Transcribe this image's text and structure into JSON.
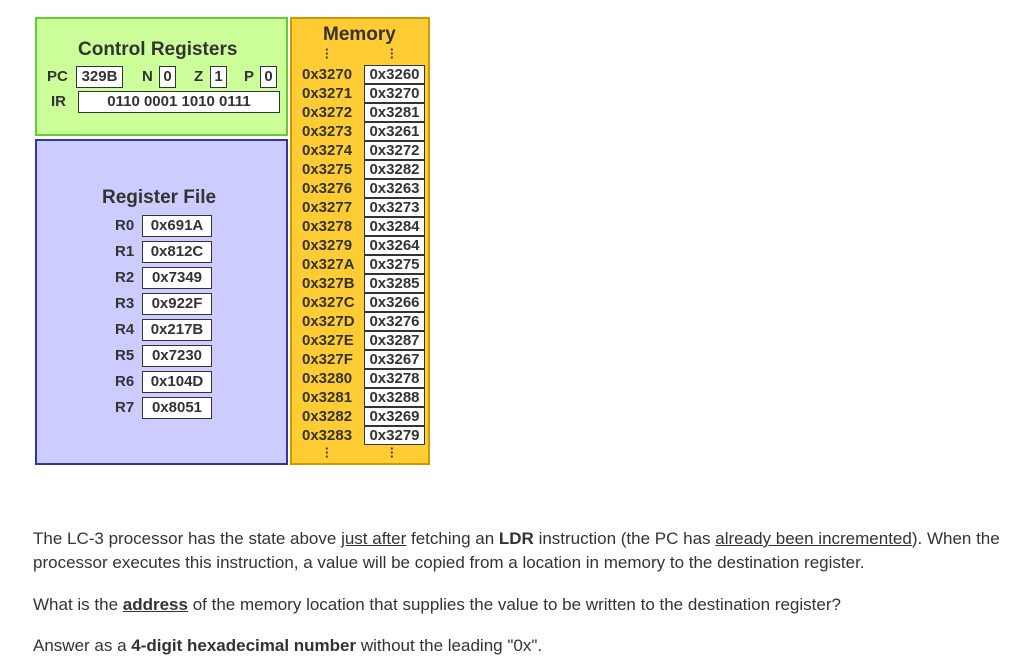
{
  "control_registers": {
    "title": "Control Registers",
    "pc_label": "PC",
    "pc_value": "329B",
    "n_label": "N",
    "n_value": "0",
    "z_label": "Z",
    "z_value": "1",
    "p_label": "P",
    "p_value": "0",
    "ir_label": "IR",
    "ir_value": "0110 0001 1010 0111"
  },
  "register_file": {
    "title": "Register File",
    "registers": [
      {
        "name": "R0",
        "value": "0x691A"
      },
      {
        "name": "R1",
        "value": "0x812C"
      },
      {
        "name": "R2",
        "value": "0x7349"
      },
      {
        "name": "R3",
        "value": "0x922F"
      },
      {
        "name": "R4",
        "value": "0x217B"
      },
      {
        "name": "R5",
        "value": "0x7230"
      },
      {
        "name": "R6",
        "value": "0x104D"
      },
      {
        "name": "R7",
        "value": "0x8051"
      }
    ]
  },
  "memory": {
    "title": "Memory",
    "rows": [
      {
        "addr": "0x3270",
        "value": "0x3260"
      },
      {
        "addr": "0x3271",
        "value": "0x3270"
      },
      {
        "addr": "0x3272",
        "value": "0x3281"
      },
      {
        "addr": "0x3273",
        "value": "0x3261"
      },
      {
        "addr": "0x3274",
        "value": "0x3272"
      },
      {
        "addr": "0x3275",
        "value": "0x3282"
      },
      {
        "addr": "0x3276",
        "value": "0x3263"
      },
      {
        "addr": "0x3277",
        "value": "0x3273"
      },
      {
        "addr": "0x3278",
        "value": "0x3284"
      },
      {
        "addr": "0x3279",
        "value": "0x3264"
      },
      {
        "addr": "0x327A",
        "value": "0x3275"
      },
      {
        "addr": "0x327B",
        "value": "0x3285"
      },
      {
        "addr": "0x327C",
        "value": "0x3266"
      },
      {
        "addr": "0x327D",
        "value": "0x3276"
      },
      {
        "addr": "0x327E",
        "value": "0x3287"
      },
      {
        "addr": "0x327F",
        "value": "0x3267"
      },
      {
        "addr": "0x3280",
        "value": "0x3278"
      },
      {
        "addr": "0x3281",
        "value": "0x3288"
      },
      {
        "addr": "0x3282",
        "value": "0x3269"
      },
      {
        "addr": "0x3283",
        "value": "0x3279"
      }
    ]
  },
  "question": {
    "p1_a": "The LC-3 processor has the state above ",
    "p1_b": "just after",
    "p1_c": " fetching an ",
    "p1_d": "LDR",
    "p1_e": " instruction (the PC has ",
    "p1_f": "already been incremented",
    "p1_g": "). When the processor executes this instruction, a value will be copied from a location in memory to the destination register.",
    "p2_a": "What is the ",
    "p2_b": "address",
    "p2_c": " of the memory location that supplies the value to be written to the destination register?",
    "p3_a": "Answer as a ",
    "p3_b": "4-digit hexadecimal number",
    "p3_c": " without the leading \"0x\"."
  },
  "colors": {
    "control_bg": "#ccff99",
    "control_border": "#66cc33",
    "regfile_bg": "#ccccff",
    "regfile_border": "#3333aa",
    "memory_bg": "#ffcc33",
    "memory_border": "#cc9900"
  }
}
